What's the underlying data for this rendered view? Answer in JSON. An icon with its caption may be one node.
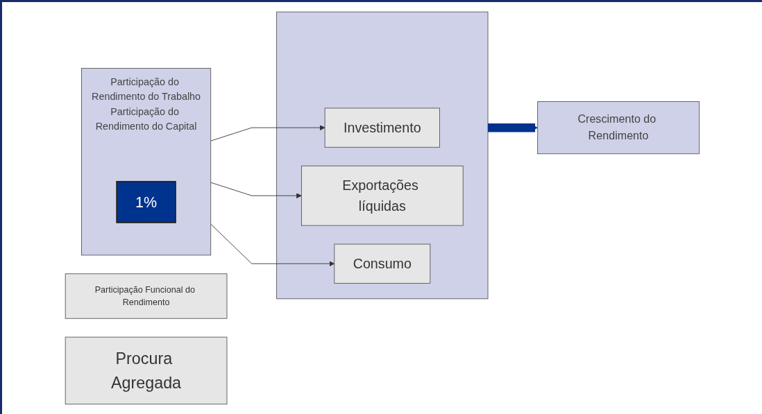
{
  "diagram": {
    "nodes": [
      {
        "text": [
          "Participação Funcional do Rendimento"
        ]
      },
      {
        "text": [
          "Procura Agregada"
        ]
      },
      {
        "text": [
          "Participação do Rendimento do Trabalho",
          "Participação do Rendimento do Capital"
        ]
      },
      {
        "text": [
          "1%"
        ],
        "in": 2
      },
      {
        "text": [],
        "shape": "box"
      },
      {
        "text": [
          "Investimento"
        ],
        "in": 4
      },
      {
        "text": [
          "Exportações líquidas"
        ],
        "in": 4
      },
      {
        "text": [
          "Consumo"
        ],
        "in": 4
      },
      {
        "text": [
          "Crescimento do Rendimento"
        ]
      }
    ],
    "edges": [
      {
        "from": 2,
        "to": 5,
        "arrow": "to"
      },
      {
        "from": 2,
        "to": 6,
        "arrow": "to"
      },
      {
        "from": 2,
        "to": 7,
        "arrow": "to"
      },
      {
        "from": 4,
        "to": 8,
        "arrow": "to",
        "style": "thick",
        "color": "#00338d"
      }
    ]
  }
}
